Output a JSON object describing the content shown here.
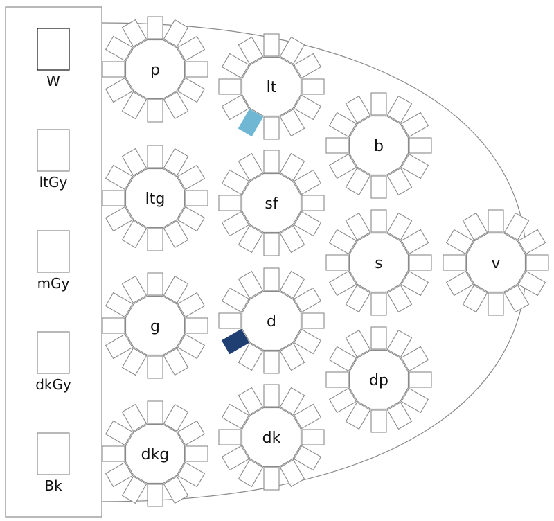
{
  "colors": {
    "stroke": "#8a8a8a",
    "seat_fill": "#ffffff",
    "highlight_light": "#6fb7d3",
    "highlight_dark": "#1f3f73",
    "text": "#111111"
  },
  "swatches": [
    {
      "label": "W",
      "border": "#111111"
    },
    {
      "label": "ltGy",
      "border": "#8a8a8a"
    },
    {
      "label": "mGy",
      "border": "#8a8a8a"
    },
    {
      "label": "dkGy",
      "border": "#8a8a8a"
    },
    {
      "label": "Bk",
      "border": "#8a8a8a"
    }
  ],
  "tables": [
    {
      "label": "p"
    },
    {
      "label": "lt",
      "highlight_color": "#6fb7d3"
    },
    {
      "label": "ltg"
    },
    {
      "label": "sf"
    },
    {
      "label": "b"
    },
    {
      "label": "s"
    },
    {
      "label": "v"
    },
    {
      "label": "g"
    },
    {
      "label": "d",
      "highlight_color": "#1f3f73"
    },
    {
      "label": "dp"
    },
    {
      "label": "dkg"
    },
    {
      "label": "dk"
    }
  ]
}
